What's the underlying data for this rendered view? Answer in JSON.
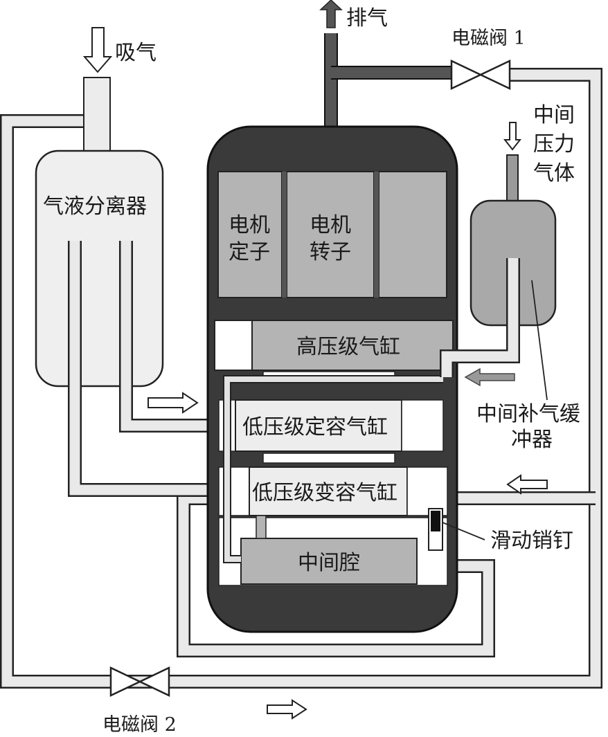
{
  "labels": {
    "suction": "吸气",
    "discharge": "排气",
    "valve1": "电磁阀 1",
    "valve2": "电磁阀 2",
    "mid_pressure_line1": "中间",
    "mid_pressure_line2": "压力",
    "mid_pressure_line3": "气体",
    "separator": "气液分离器",
    "stator_line1": "电机",
    "stator_line2": "定子",
    "rotor_line1": "电机",
    "rotor_line2": "转子",
    "hp_cylinder": "高压级气缸",
    "lp_fixed_cylinder": "低压级定容气缸",
    "lp_variable_cylinder": "低压级变容气缸",
    "mid_chamber": "中间腔",
    "buffer_line1": "中间补气缓",
    "buffer_line2": "冲器",
    "sliding_pin": "滑动销钉"
  },
  "colors": {
    "shell": "#3a3a3a",
    "component_fill": "#b4b4b4",
    "separator_fill": "#efefef",
    "buffer_fill": "#a9a9a9",
    "pipe_fill": "#e9e9e9",
    "arrow_dark": "#555555"
  }
}
